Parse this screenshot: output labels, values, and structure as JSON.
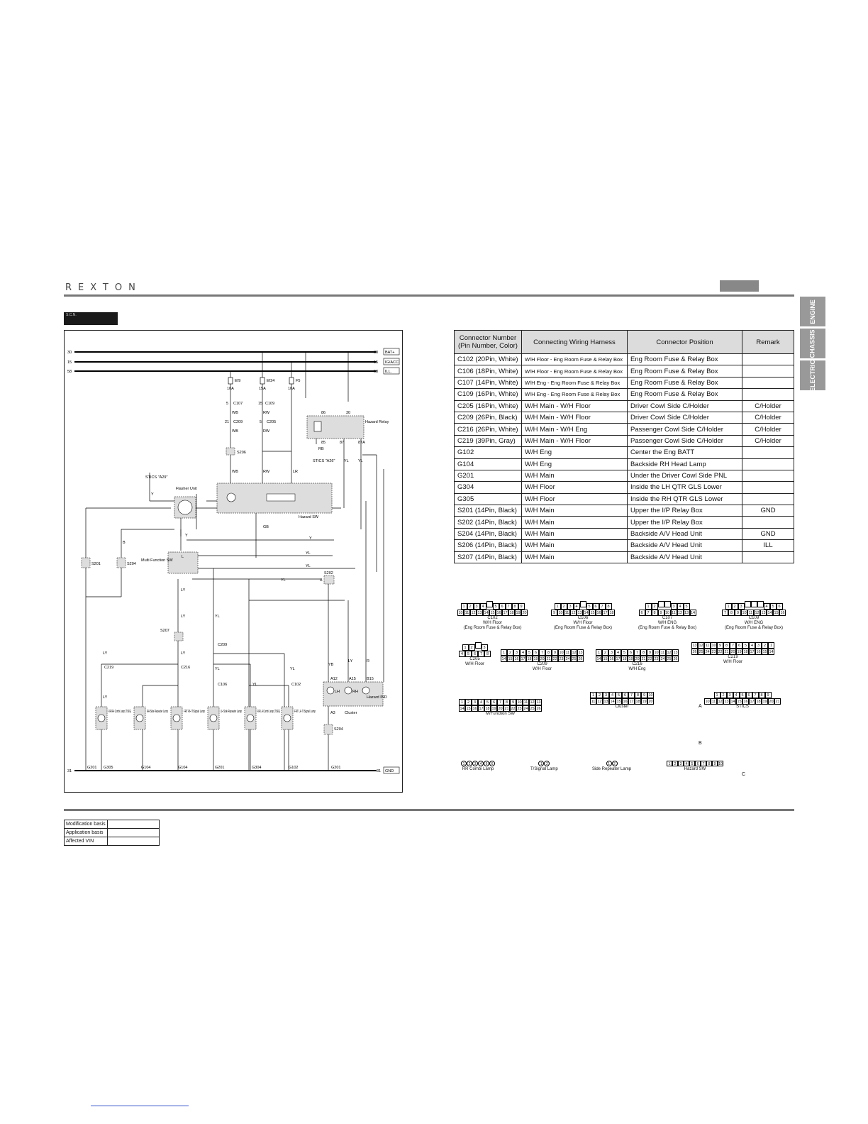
{
  "header": {
    "brand": "REXTON"
  },
  "side_tabs": [
    "ENGINE",
    "CHASSIS",
    "ELECTRIC"
  ],
  "section_tag": "S.C.N.",
  "diagram": {
    "rails": [
      {
        "num": "30",
        "label": "BAT+"
      },
      {
        "num": "15",
        "label": "IG/ACC"
      },
      {
        "num": "58",
        "label": "ILL."
      }
    ],
    "ground": {
      "num": "31",
      "label": "GND"
    },
    "fuses": [
      {
        "name": "Ef9",
        "rating": "10A"
      },
      {
        "name": "Ef24",
        "rating": "15A"
      },
      {
        "name": "F5",
        "rating": "10A"
      }
    ],
    "connector_pins": [
      {
        "pin": "5",
        "conn": "C107"
      },
      {
        "pin": "21",
        "conn": "C209"
      },
      {
        "pin": "15",
        "conn": "C109"
      },
      {
        "pin": "5",
        "conn": "C205"
      }
    ],
    "wires": {
      "wb": "WB",
      "rw": "RW",
      "lr": "LR",
      "rb": "RB",
      "yl": "YL",
      "ly": "LY",
      "y": "Y",
      "b": "B",
      "gb": "GB",
      "l": "L",
      "yb": "YB",
      "r": "R"
    },
    "components": {
      "hazard_relay": "Hazard Relay",
      "flasher_unit": "Flasher Unit",
      "hazard_sw": "Hazard SW",
      "multi_function_sw": "Multi Function SW",
      "cluster": "Cluster",
      "hazard_ind": "Hazard IND",
      "stics_a29": "STICS \"A29\"",
      "stics_a26": "STICS \"A26\""
    },
    "relay_pins": [
      "86",
      "30",
      "85",
      "87",
      "87A"
    ],
    "splices": [
      "S206",
      "S201",
      "S204",
      "S202",
      "S207",
      "S204"
    ],
    "lamps": [
      {
        "label": "RR RH Combi Lamp (T/SIG)",
        "ground": "G305"
      },
      {
        "label": "RH Side Repeater Lamp",
        "ground": "G104"
      },
      {
        "label": "FRT RH T/Signal Lamp",
        "ground": "G104"
      },
      {
        "label": "LH Side Repeater Lamp",
        "ground": "G201"
      },
      {
        "label": "RR LH Combi Lamp (T/SIG)",
        "ground": "G304"
      },
      {
        "label": "FRT LH T/Signal Lamp",
        "ground": "G102"
      }
    ],
    "ground_points": [
      "G201",
      "G305",
      "G104",
      "G104",
      "G201",
      "G304",
      "G102",
      "G201"
    ],
    "lower_connectors": [
      "C219",
      "C216",
      "C209",
      "C106",
      "C102"
    ],
    "cluster_pins": [
      "A12",
      "A15",
      "B15",
      "A3"
    ],
    "cluster_lamps": [
      "LH",
      "RH"
    ]
  },
  "connector_table": {
    "headers": [
      "Connector Number (Pin Number, Color)",
      "Connecting Wiring Harness",
      "Connector Position",
      "Remark"
    ],
    "rows": [
      [
        "C102 (20Pin, White)",
        "W/H Floor - Eng Room Fuse & Relay Box",
        "Eng Room Fuse & Relay Box",
        ""
      ],
      [
        "C106 (18Pin, White)",
        "W/H Floor - Eng Room Fuse & Relay Box",
        "Eng Room Fuse & Relay Box",
        ""
      ],
      [
        "C107 (14Pin, White)",
        "W/H Eng - Eng Room Fuse & Relay Box",
        "Eng Room Fuse & Relay Box",
        ""
      ],
      [
        "C109 (16Pin, White)",
        "W/H Eng - Eng Room Fuse & Relay Box",
        "Eng Room Fuse & Relay Box",
        ""
      ],
      [
        "C205 (16Pin, White)",
        "W/H Main - W/H Floor",
        "Driver Cowl Side C/Holder",
        "C/Holder"
      ],
      [
        "C209 (26Pin, Black)",
        "W/H Main - W/H Floor",
        "Driver Cowl Side C/Holder",
        "C/Holder"
      ],
      [
        "C216 (26Pin, White)",
        "W/H Main - W/H Eng",
        "Passenger Cowl Side C/Holder",
        "C/Holder"
      ],
      [
        "C219 (39Pin, Gray)",
        "W/H Main - W/H Floor",
        "Passenger Cowl Side C/Holder",
        "C/Holder"
      ],
      [
        "G102",
        "W/H Eng",
        "Center the Eng BATT",
        ""
      ],
      [
        "G104",
        "W/H Eng",
        "Backside RH Head Lamp",
        ""
      ],
      [
        "G201",
        "W/H Main",
        "Under the Driver Cowl Side PNL",
        ""
      ],
      [
        "G304",
        "W/H Floor",
        "Inside the LH QTR GLS Lower",
        ""
      ],
      [
        "G305",
        "W/H Floor",
        "Inside the RH QTR GLS Lower",
        ""
      ],
      [
        "S201 (14Pin, Black)",
        "W/H Main",
        "Upper the I/P Relay Box",
        "GND"
      ],
      [
        "S202 (14Pin, Black)",
        "W/H Main",
        "Upper the I/P Relay Box",
        ""
      ],
      [
        "S204 (14Pin, Black)",
        "W/H Main",
        "Backside A/V Head Unit",
        "GND"
      ],
      [
        "S206 (14Pin, Black)",
        "W/H Main",
        "Backside A/V Head Unit",
        "ILL"
      ],
      [
        "S207 (14Pin, Black)",
        "W/H Main",
        "Backside A/V Head Unit",
        ""
      ]
    ]
  },
  "connector_views": [
    {
      "id": "C102",
      "l1": "C102",
      "l2": "W/H Floor",
      "l3": "(Eng Room Fuse & Relay Box)",
      "r1": [
        "1",
        "2",
        "3",
        "4",
        "",
        "5",
        "6",
        "7",
        "8",
        "9"
      ],
      "r2": [
        "10",
        "11",
        "12",
        "13",
        "14",
        "15",
        "16",
        "17",
        "18",
        "19",
        "20"
      ]
    },
    {
      "id": "C106",
      "l1": "C106",
      "l2": "W/H Floor",
      "l3": "(Eng Room Fuse & Relay Box)",
      "r1": [
        "1",
        "2",
        "3",
        "4",
        "",
        "5",
        "6",
        "7",
        "8"
      ],
      "r2": [
        "9",
        "10",
        "11",
        "12",
        "13",
        "14",
        "15",
        "16",
        "17",
        "18"
      ]
    },
    {
      "id": "C107",
      "l1": "C107",
      "l2": "W/H ENG",
      "l3": "(Eng Room Fuse & Relay Box)",
      "r1": [
        "1",
        "2",
        "",
        "",
        "3",
        "4",
        "5"
      ],
      "r2": [
        "6",
        "7",
        "8",
        "9",
        "10",
        "11",
        "12",
        "13",
        "14"
      ]
    },
    {
      "id": "C109",
      "l1": "C109",
      "l2": "W/H ENG",
      "l3": "(Eng Room Fuse & Relay Box)",
      "r1": [
        "1",
        "2",
        "3",
        "",
        "",
        "",
        "4",
        "5",
        "6"
      ],
      "r2": [
        "7",
        "8",
        "9",
        "10",
        "11",
        "12",
        "13",
        "14",
        "15",
        "16"
      ]
    },
    {
      "id": "C205",
      "l1": "C205",
      "l2": "W/H Floor",
      "l3": "",
      "r1": [
        "1",
        "2",
        "",
        "3"
      ],
      "r2": [
        "4",
        "5",
        "6",
        "7",
        "8"
      ]
    },
    {
      "id": "C209",
      "l1": "C209",
      "l2": "W/H Floor",
      "l3": "",
      "r1": [
        "1",
        "2",
        "3",
        "4",
        "5",
        "6",
        "7",
        "8",
        "9",
        "10",
        "11",
        "12",
        "13"
      ],
      "r2": [
        "14",
        "15",
        "16",
        "17",
        "18",
        "19",
        "20",
        "21",
        "22",
        "23",
        "24",
        "25",
        "26"
      ]
    },
    {
      "id": "C216",
      "l1": "C216",
      "l2": "W/H Eng",
      "l3": "",
      "r1": [
        "1",
        "2",
        "3",
        "4",
        "5",
        "6",
        "7",
        "8",
        "9",
        "10",
        "11",
        "12",
        "13"
      ],
      "r2": [
        "14",
        "15",
        "16",
        "17",
        "18",
        "19",
        "20",
        "21",
        "22",
        "23",
        "24",
        "25",
        "26"
      ]
    },
    {
      "id": "C219",
      "l1": "C219",
      "l2": "W/H Floor",
      "l3": "",
      "r1": [
        "13",
        "12",
        "11",
        "10",
        "9",
        "8",
        "7",
        "6",
        "5",
        "4",
        "3",
        "2",
        "1"
      ],
      "r2": [
        "26",
        "25",
        "24",
        "23",
        "22",
        "21",
        "20",
        "19",
        "18",
        "17",
        "16",
        "15",
        "14"
      ]
    },
    {
      "id": "MFSW",
      "l1": "M/Function SW",
      "l2": "",
      "l3": "",
      "r1": [
        "1",
        "2",
        "3",
        "4",
        "5",
        "6",
        "7",
        "8",
        "9",
        "10",
        "11",
        "12",
        "13"
      ],
      "r2": [
        "14",
        "15",
        "16",
        "17",
        "18",
        "19",
        "20",
        "21",
        "22",
        "23",
        "24",
        "25",
        "26"
      ]
    },
    {
      "id": "CLUSTER",
      "l1": "Cluster",
      "l2": "",
      "l3": "",
      "r1": [
        "1",
        "2",
        "3",
        "4",
        "5",
        "6",
        "7",
        "8",
        "9",
        "10"
      ],
      "r2": [
        "11",
        "12",
        "13",
        "14",
        "15",
        "16",
        "17",
        "18",
        "19",
        "20"
      ]
    },
    {
      "id": "STICS",
      "l1": "STICS",
      "l2": "",
      "l3": "",
      "r1": [
        "1",
        "2",
        "3",
        "4",
        "5",
        "6",
        "7",
        "8",
        "9"
      ],
      "r2": [
        "10",
        "11",
        "12",
        "13",
        "14",
        "15",
        "16",
        "17",
        "18",
        "19",
        "20",
        "21"
      ]
    }
  ],
  "bottom_icons": [
    {
      "label": "RR Combi Lamp",
      "pins": [
        "1",
        "2",
        "3",
        "4",
        "5",
        "6"
      ]
    },
    {
      "label": "T/Signal Lamp",
      "pins": [
        "1",
        "2"
      ]
    },
    {
      "label": "Side Repeater Lamp",
      "pins": [
        "1",
        "2"
      ]
    },
    {
      "label": "Hazard SW",
      "pins": [
        "1",
        "2",
        "3",
        "4",
        "5",
        "6",
        "7",
        "8",
        "9",
        "10"
      ]
    }
  ],
  "row_letters": [
    "A",
    "B",
    "C"
  ],
  "meta": [
    {
      "label": "Modification basis",
      "value": ""
    },
    {
      "label": "Application basis",
      "value": ""
    },
    {
      "label": "Affected VIN",
      "value": ""
    }
  ]
}
